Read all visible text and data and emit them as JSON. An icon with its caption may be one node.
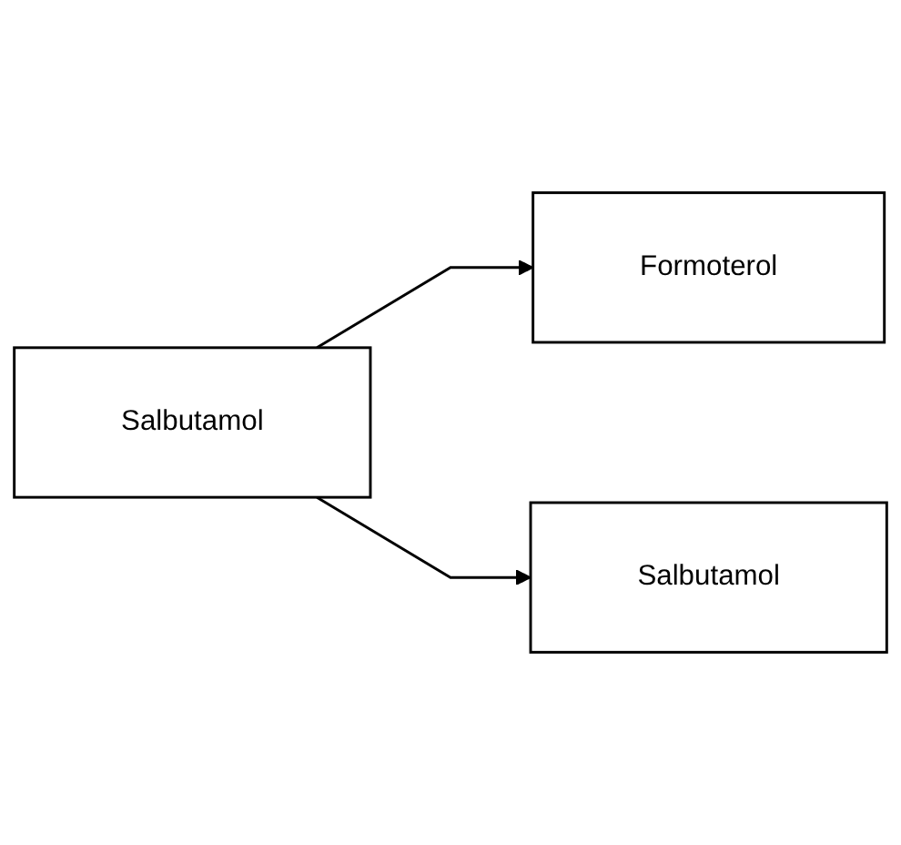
{
  "diagram": {
    "nodes": [
      {
        "text": [
          "Salbutamol"
        ]
      },
      {
        "text": [
          "Formoterol"
        ]
      },
      {
        "text": [
          "Salbutamol"
        ]
      }
    ],
    "edges": [
      {
        "from": 0,
        "to": 1,
        "arrow": "to"
      },
      {
        "from": 0,
        "to": 2,
        "arrow": "to"
      }
    ]
  }
}
